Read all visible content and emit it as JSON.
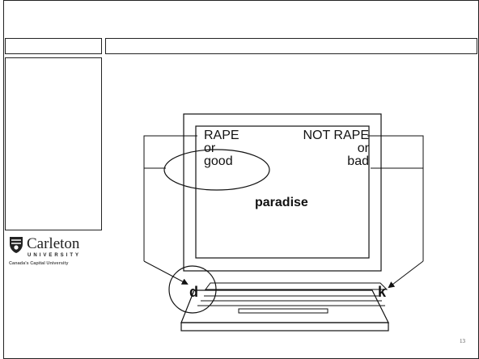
{
  "slide": {
    "page_number": "13"
  },
  "logo": {
    "name": "Carleton",
    "sub": "UNIVERSITY",
    "tagline": "Canada's Capital University",
    "icon": "carleton-crest-icon"
  },
  "diagram": {
    "left_labels": [
      "RAPE",
      "or",
      "good"
    ],
    "right_labels": [
      "NOT RAPE",
      "or",
      "bad"
    ],
    "stimulus": "paradise",
    "left_key": "d",
    "right_key": "k"
  }
}
